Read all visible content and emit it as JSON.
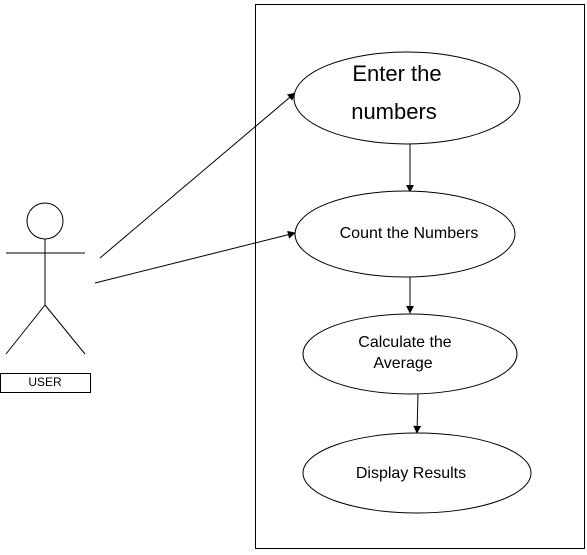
{
  "actor": {
    "label": "USER"
  },
  "use_cases": [
    {
      "lines": [
        "Enter the",
        "numbers"
      ]
    },
    {
      "lines": [
        "Count the Numbers"
      ]
    },
    {
      "lines": [
        "Calculate the",
        "Average"
      ]
    },
    {
      "lines": [
        "Display Results"
      ]
    }
  ],
  "colors": {
    "stroke": "#000000",
    "background": "#ffffff"
  }
}
